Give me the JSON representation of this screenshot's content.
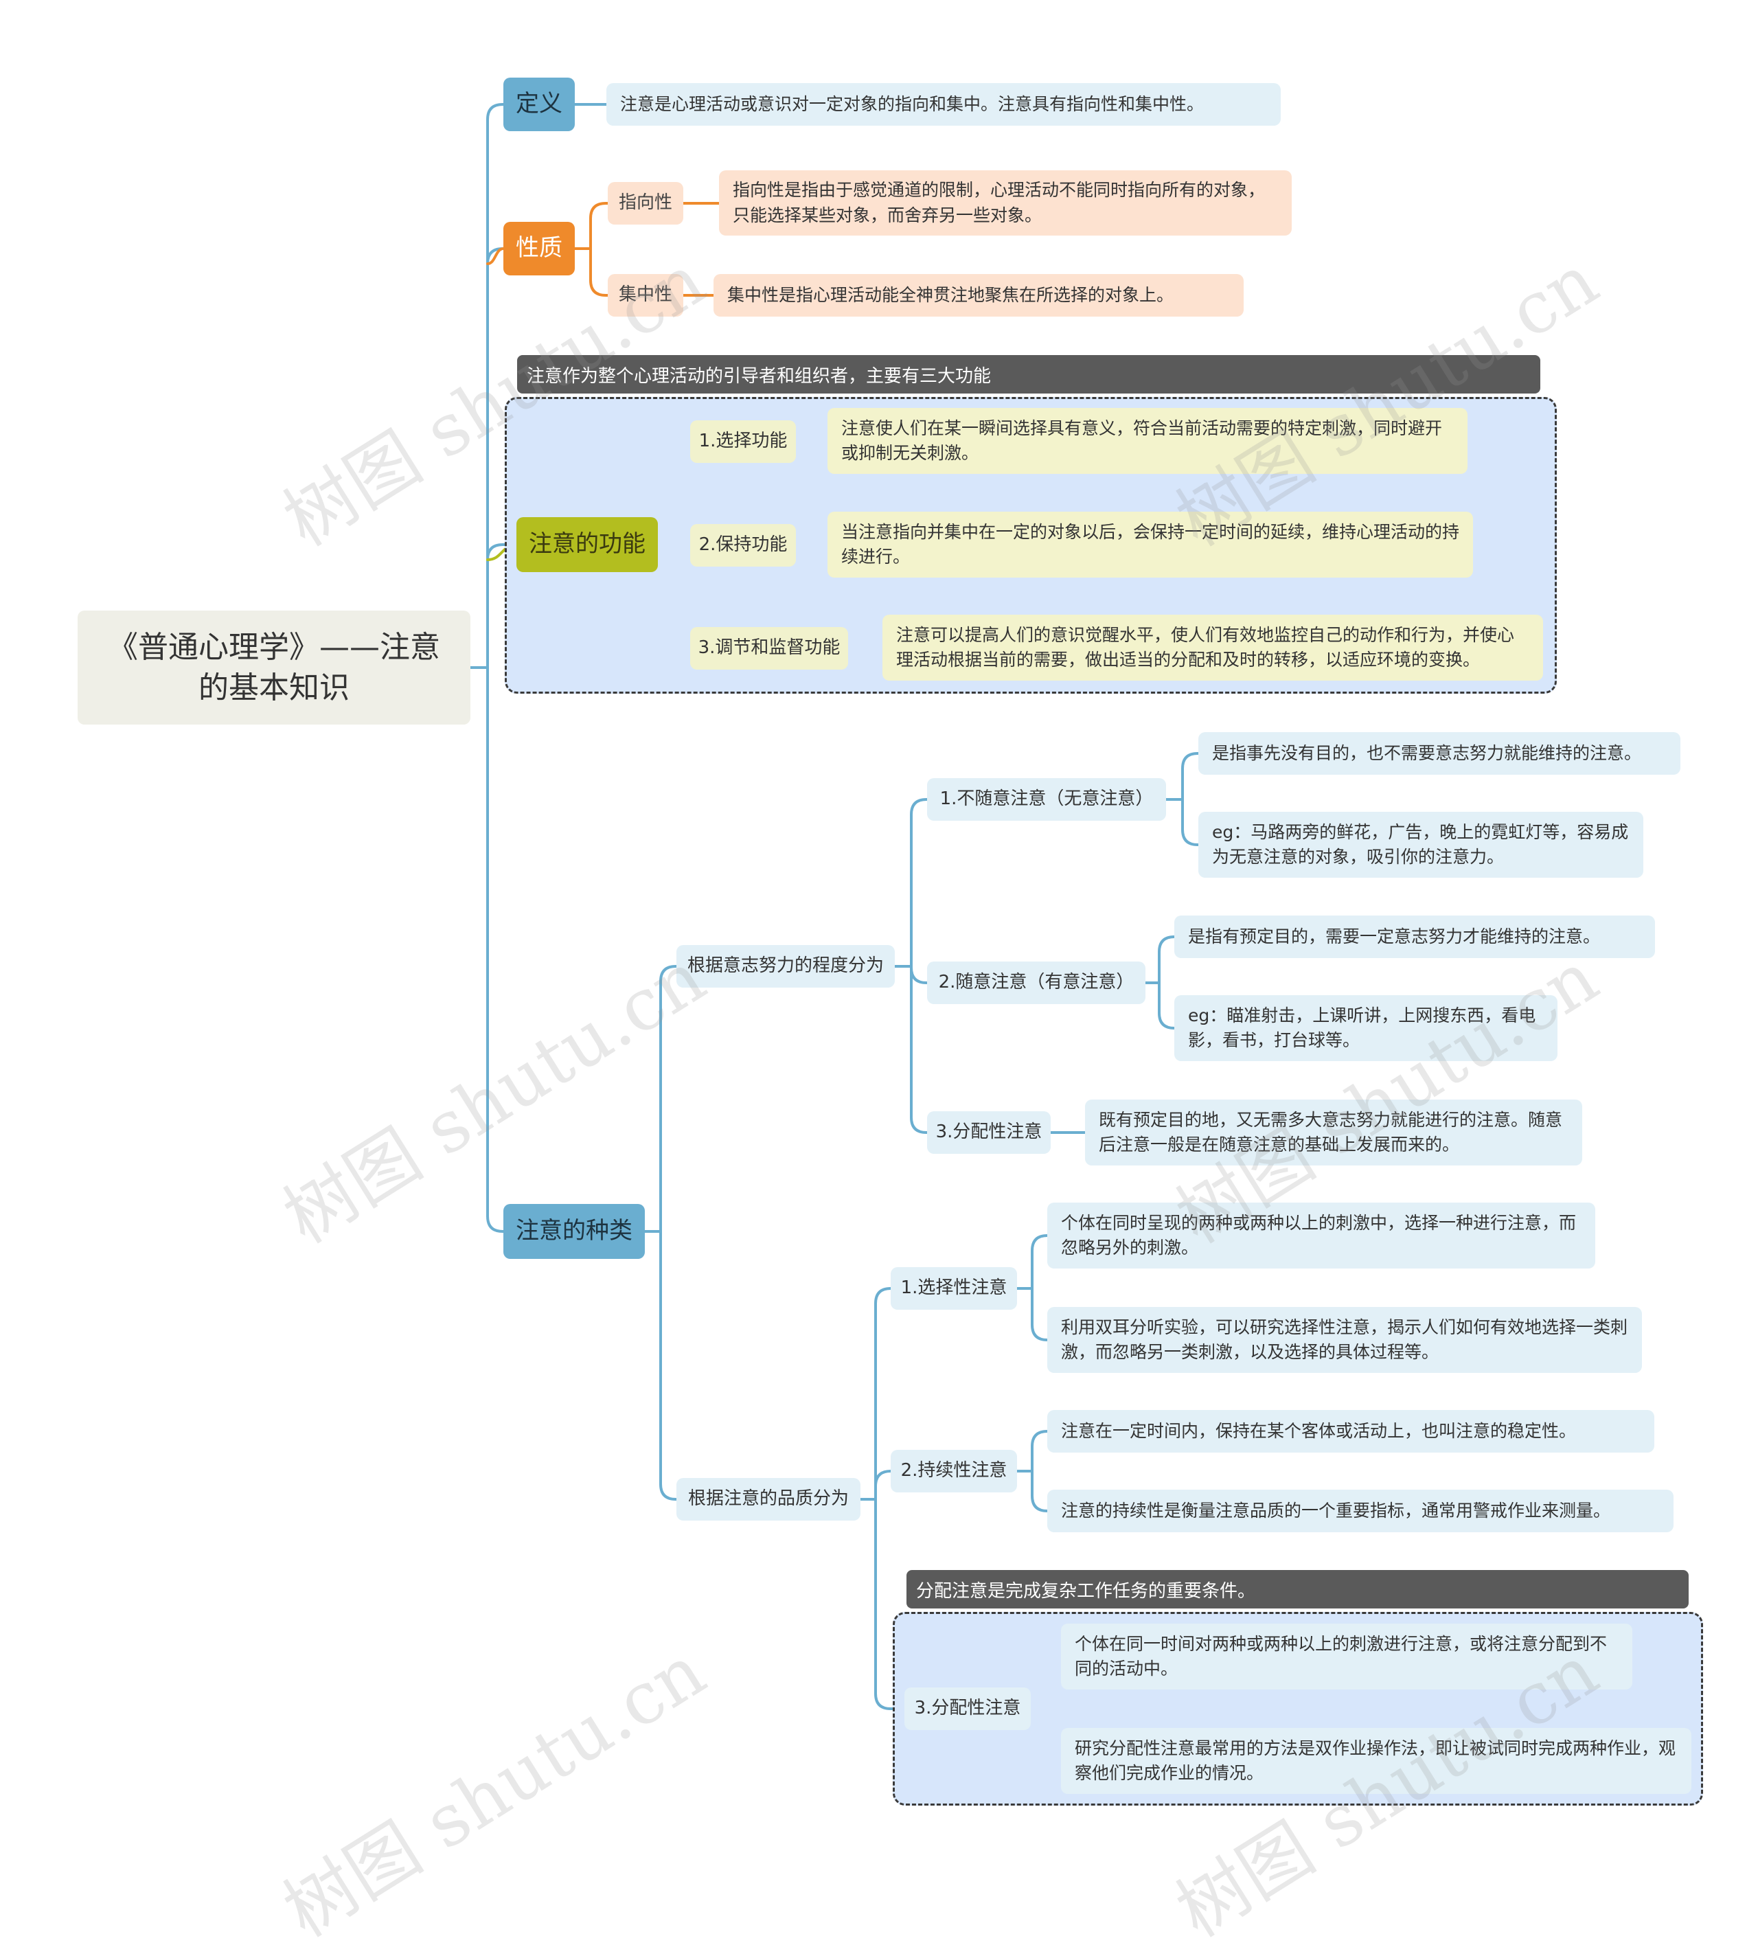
{
  "root": {
    "title": "《普通心理学》——注意的基本知识"
  },
  "definition": {
    "label": "定义",
    "text": "注意是心理活动或意识对一定对象的指向和集中。注意具有指向性和集中性。"
  },
  "nature": {
    "label": "性质",
    "items": [
      {
        "label": "指向性",
        "text": "指向性是指由于感觉通道的限制，心理活动不能同时指向所有的对象，只能选择某些对象，而舍弃另一些对象。"
      },
      {
        "label": "集中性",
        "text": "集中性是指心理活动能全神贯注地聚焦在所选择的对象上。"
      }
    ]
  },
  "functions": {
    "label": "注意的功能",
    "summary": "注意作为整个心理活动的引导者和组织者，主要有三大功能",
    "items": [
      {
        "label": "1.选择功能",
        "text": "注意使人们在某一瞬间选择具有意义，符合当前活动需要的特定刺激，同时避开或抑制无关刺激。"
      },
      {
        "label": "2.保持功能",
        "text": "当注意指向并集中在一定的对象以后，会保持一定时间的延续，维持心理活动的持续进行。"
      },
      {
        "label": "3.调节和监督功能",
        "text": "注意可以提高人们的意识觉醒水平，使人们有效地监控自己的动作和行为，并使心理活动根据当前的需要，做出适当的分配和及时的转移，以适应环境的变换。"
      }
    ]
  },
  "types": {
    "label": "注意的种类",
    "by_effort": {
      "label": "根据意志努力的程度分为",
      "items": [
        {
          "label": "1.不随意注意（无意注意）",
          "texts": [
            "是指事先没有目的，也不需要意志努力就能维持的注意。",
            "eg：马路两旁的鲜花，广告，晚上的霓虹灯等，容易成为无意注意的对象，吸引你的注意力。"
          ]
        },
        {
          "label": "2.随意注意（有意注意）",
          "texts": [
            "是指有预定目的，需要一定意志努力才能维持的注意。",
            "eg：瞄准射击，上课听讲，上网搜东西，看电影，看书，打台球等。"
          ]
        },
        {
          "label": "3.分配性注意",
          "texts": [
            "既有预定目的地，又无需多大意志努力就能进行的注意。随意后注意一般是在随意注意的基础上发展而来的。"
          ]
        }
      ]
    },
    "by_quality": {
      "label": "根据注意的品质分为",
      "items": [
        {
          "label": "1.选择性注意",
          "texts": [
            "个体在同时呈现的两种或两种以上的刺激中，选择一种进行注意，而忽略另外的刺激。",
            "利用双耳分听实验，可以研究选择性注意，揭示人们如何有效地选择一类刺激，而忽略另一类刺激，以及选择的具体过程等。"
          ]
        },
        {
          "label": "2.持续性注意",
          "texts": [
            "注意在一定时间内，保持在某个客体或活动上，也叫注意的稳定性。",
            "注意的持续性是衡量注意品质的一个重要指标，通常用警戒作业来测量。"
          ]
        },
        {
          "label": "3.分配性注意",
          "summary": "分配注意是完成复杂工作任务的重要条件。",
          "texts": [
            "个体在同一时间对两种或两种以上的刺激进行注意，或将注意分配到不同的活动中。",
            "研究分配性注意最常用的方法是双作业操作法，即让被试同时完成两种作业，观察他们完成作业的情况。"
          ]
        }
      ]
    }
  },
  "watermark": "树图 shutu.cn",
  "colors": {
    "blue": "#6aaed0",
    "orange": "#ef8a2b",
    "olive": "#b3be1f",
    "frame": "#d7e6fb",
    "summary": "#5a5a5a"
  }
}
